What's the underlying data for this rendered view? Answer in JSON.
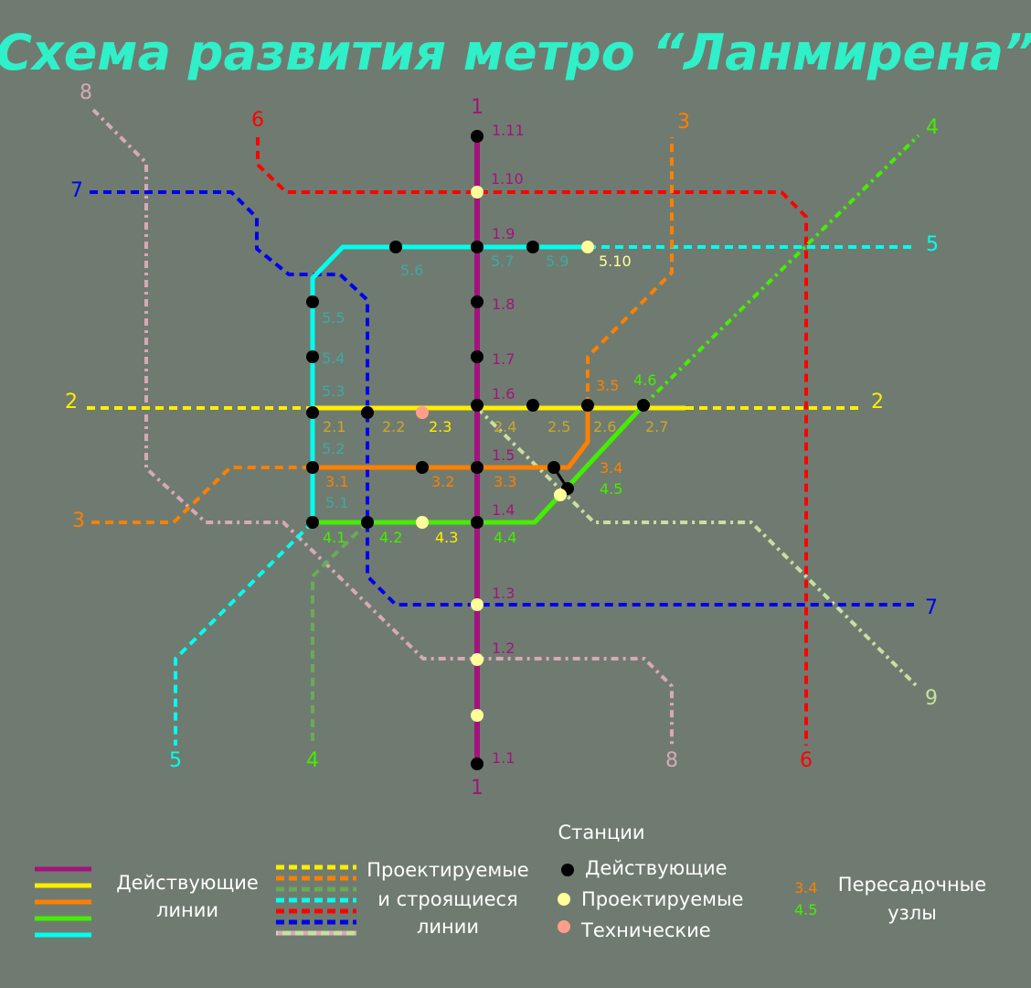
{
  "title": "Схема развития метро “Ланмирена”",
  "colors": {
    "background": "#6f7b70",
    "line1": "#a3137e",
    "line2": "#ffee00",
    "line3": "#ff7f00",
    "line4": "#44ee00",
    "line5": "#00ffee",
    "line6": "#ff0000",
    "line7": "#0000ee",
    "line8": "#d8a8b8",
    "line9": "#c8e0a0",
    "station_active": "#000000",
    "station_planned": "#ffff99",
    "station_technical": "#ff9f8a"
  },
  "line_end_labels": {
    "l1_top": "1",
    "l1_bottom": "1",
    "l2_left": "2",
    "l2_right": "2",
    "l3_left": "3",
    "l3_top": "3",
    "l4_top": "4",
    "l4_bottom": "4",
    "l5_right": "5",
    "l5_bottom": "5",
    "l6_top": "6",
    "l6_bottom": "6",
    "l7_left": "7",
    "l7_right": "7",
    "l8_top": "8",
    "l8_bottom": "8",
    "l9_bottom": "9"
  },
  "station_labels": {
    "s1_11": "1.11",
    "s1_10": "1.10",
    "s1_9": "1.9",
    "s1_8": "1.8",
    "s1_7": "1.7",
    "s1_6": "1.6",
    "s1_5": "1.5",
    "s1_4": "1.4",
    "s1_3": "1.3",
    "s1_2": "1.2",
    "s1_1": "1.1",
    "s2_1": "2.1",
    "s2_2": "2.2",
    "s2_3": "2.3",
    "s2_4": "2.4",
    "s2_5": "2.5",
    "s2_6": "2.6",
    "s2_7": "2.7",
    "s3_1": "3.1",
    "s3_2": "3.2",
    "s3_3": "3.3",
    "s3_4": "3.4",
    "s3_5": "3.5",
    "s4_1": "4.1",
    "s4_2": "4.2",
    "s4_3": "4.3",
    "s4_4": "4.4",
    "s4_5": "4.5",
    "s4_6": "4.6",
    "s5_1": "5.1",
    "s5_2": "5.2",
    "s5_3": "5.3",
    "s5_4": "5.4",
    "s5_5": "5.5",
    "s5_6": "5.6",
    "s5_7": "5.7",
    "s5_9": "5.9",
    "s5_10": "5.10"
  },
  "legend": {
    "active_lines_1": "Действующие",
    "active_lines_2": "линии",
    "planned_lines_1": "Проектируемые",
    "planned_lines_2": "и строящиеся",
    "planned_lines_3": "линии",
    "stations_heading": "Станции",
    "station_active": "Действующие",
    "station_planned": "Проектируемые",
    "station_technical": "Технические",
    "transfer_code_a": "3.4",
    "transfer_code_b": "4.5",
    "transfer_1": "Пересадочные",
    "transfer_2": "узлы"
  }
}
